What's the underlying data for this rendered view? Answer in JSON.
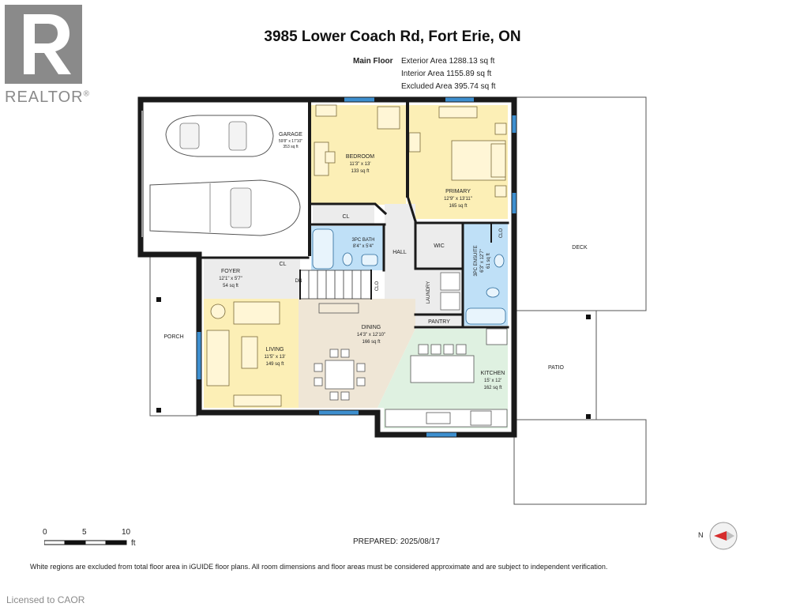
{
  "logo": {
    "text": "REALTOR",
    "reg": "®"
  },
  "title": "3985 Lower Coach Rd, Fort Erie, ON",
  "areas": {
    "floor_label": "Main Floor",
    "exterior": "Exterior Area 1288.13 sq ft",
    "interior": "Interior Area 1155.89 sq ft",
    "excluded": "Excluded Area 395.74 sq ft"
  },
  "rooms": {
    "garage": {
      "name": "GARAGE",
      "dims": "59'8\" x 17'10\"",
      "area": "353 sq ft"
    },
    "bedroom": {
      "name": "BEDROOM",
      "dims": "11'3\" x 13'",
      "area": "133 sq ft"
    },
    "primary": {
      "name": "PRIMARY",
      "dims": "12'9\" x 13'11\"",
      "area": "165 sq ft"
    },
    "cl1": {
      "name": "CL"
    },
    "bath": {
      "name": "3PC BATH",
      "dims": "8'4\" x 5'4\""
    },
    "hall": {
      "name": "HALL"
    },
    "wic": {
      "name": "WIC"
    },
    "ensuite": {
      "name": "3PC ENSUITE",
      "dims": "6'3\" x 12'7\"",
      "area": "61 sq ft"
    },
    "clo1": {
      "name": "CLO"
    },
    "clo2": {
      "name": "CLO"
    },
    "deck": {
      "name": "DECK"
    },
    "foyer": {
      "name": "FOYER",
      "dims": "12'1\" x 5'7\"",
      "area": "54 sq ft"
    },
    "cl2": {
      "name": "CL"
    },
    "dn": {
      "name": "DN"
    },
    "laundry": {
      "name": "LAUNDRY"
    },
    "pantry": {
      "name": "PANTRY"
    },
    "dining": {
      "name": "DINING",
      "dims": "14'3\" x 12'10\"",
      "area": "166 sq ft"
    },
    "porch": {
      "name": "PORCH"
    },
    "living": {
      "name": "LIVING",
      "dims": "11'5\" x 13'",
      "area": "149 sq ft"
    },
    "kitchen": {
      "name": "KITCHEN",
      "dims": "15' x 12'",
      "area": "162 sq ft"
    },
    "patio": {
      "name": "PATIO"
    }
  },
  "scale": {
    "zero": "0",
    "five": "5",
    "ten": "10",
    "unit": "ft"
  },
  "compass": {
    "letter": "N"
  },
  "prepared": "PREPARED: 2025/08/17",
  "disclaimer": "White regions are excluded from total floor area in iGUIDE floor plans. All room dimensions and floor areas must be considered approximate and are subject to independent verification.",
  "licensed": "Licensed to CAOR",
  "colors": {
    "bedroom": "#fcefb6",
    "bath": "#bfe0f7",
    "hall": "#ececec",
    "dining": "#efe6d6",
    "kitchen": "#dff1e1",
    "wall": "#1a1a1a",
    "window": "#3d8fcf"
  }
}
